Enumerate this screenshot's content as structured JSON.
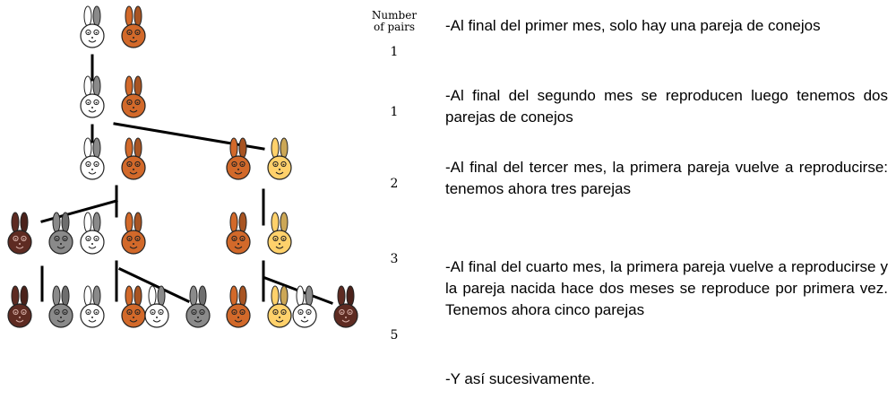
{
  "header": {
    "line1": "Number",
    "line2": "of pairs"
  },
  "counts": [
    "1",
    "1",
    "2",
    "3",
    "5"
  ],
  "paragraphs": [
    "-Al final del primer mes, solo hay una pareja de conejos",
    "-Al final del segundo mes se reproducen luego tenemos dos parejas de conejos",
    "-Al final del tercer mes, la primera pareja vuelve a reproducirse: tenemos ahora tres parejas",
    "-Al final del cuarto mes, la primera pareja vuelve a reproducirse y la pareja nacida hace dos meses se reproduce por primera vez. Tenemos ahora cinco parejas",
    "-Y así sucesivamente."
  ],
  "colors": {
    "white": "#ffffff",
    "orange": "#d2692a",
    "gray": "#8a8a8a",
    "brown": "#5e2b22",
    "yellow": "#ffd16b",
    "line": "#000000"
  },
  "generations": [
    [
      [
        "white",
        "orange"
      ]
    ],
    [
      [
        "white",
        "orange"
      ]
    ],
    [
      [
        "white",
        "orange"
      ],
      [
        "orange",
        "yellow"
      ]
    ],
    [
      [
        "brown",
        "gray"
      ],
      [
        "white",
        "orange"
      ],
      [
        "orange",
        "yellow"
      ]
    ],
    [
      [
        "brown",
        "gray"
      ],
      [
        "white",
        "orange"
      ],
      [
        "white",
        "gray"
      ],
      [
        "orange",
        "yellow"
      ],
      [
        "white",
        "brown"
      ]
    ]
  ]
}
